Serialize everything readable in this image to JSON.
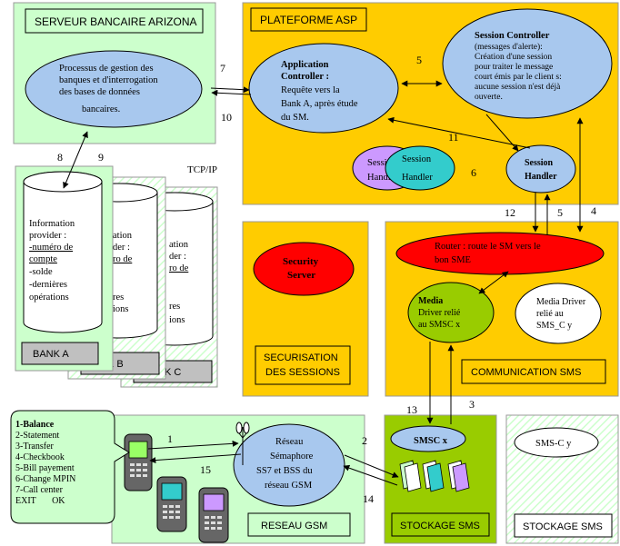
{
  "colors": {
    "light_green": "#ccffcc",
    "orange": "#ffcc00",
    "light_blue": "#a8c8ee",
    "red": "#ff0000",
    "olive_green": "#99cc00",
    "purple": "#cc99ff",
    "cyan": "#33cccc",
    "grey": "#c0c0c0",
    "white": "#ffffff",
    "black": "#000000"
  },
  "server": {
    "title": "SERVEUR BANCAIRE ARIZONA",
    "process_lines": [
      "Processus de gestion des",
      "banques et d'interrogation",
      "des bases de données",
      "bancaires."
    ]
  },
  "platform": {
    "title": "PLATEFORME ASP",
    "app_controller": {
      "title_lines": [
        "Application",
        "Controller :"
      ],
      "text_lines": [
        "Requête vers la",
        "Bank A, après étude",
        "du SM."
      ]
    },
    "session_controller": {
      "title": "Session Controller",
      "text_lines": [
        "(messages d'alerte):",
        "Création d'une session",
        "pour traiter le message",
        "court émis par le client s:",
        "aucune session n'est déjà",
        "ouverte."
      ]
    },
    "session_handler_purple_lines": [
      "Session",
      "Handler"
    ],
    "session_handler_cyan_lines": [
      "Session",
      "Handler"
    ],
    "session_handler_main_lines": [
      "Session",
      "Handler"
    ]
  },
  "tcpip": "TCP/IP",
  "banks": {
    "bank_a": {
      "label": "BANK A",
      "info_lines": [
        "Information",
        "provider :",
        "-numéro de",
        "compte",
        "-solde",
        "-dernières",
        "opérations"
      ]
    },
    "bank_b": {
      "label": "K B",
      "info_lines": [
        "ation",
        "der :",
        "ro de",
        "",
        "res",
        "ions"
      ]
    },
    "bank_c": {
      "label": "K C",
      "info_lines": [
        "ation",
        "der :",
        "ro de",
        "",
        "res",
        "ions"
      ]
    }
  },
  "security": {
    "server_lines": [
      "Security",
      "Server"
    ],
    "label_lines": [
      "SECURISATION",
      "DES SESSIONS"
    ]
  },
  "communication": {
    "router_lines": [
      "Router : route le SM vers le",
      "bon SME"
    ],
    "media_driver_x_lines": [
      "Media",
      "Driver relié",
      "au SMSC x"
    ],
    "media_driver_y_lines": [
      "Media Driver",
      "relié au",
      "SMS_C y"
    ],
    "label": "COMMUNICATION SMS"
  },
  "gsm": {
    "network_lines": [
      "Réseau",
      "Sémaphore",
      "SS7 et BSS du",
      "réseau GSM"
    ],
    "label": "RESEAU GSM"
  },
  "phone_menu": [
    "1-Balance",
    "2-Statement",
    "3-Transfer",
    "4-Checkbook",
    "5-Bill payement",
    "6-Change MPIN",
    "7-Call center",
    "EXIT       OK"
  ],
  "smsc_x": {
    "title": "SMSC x",
    "label": "STOCKAGE SMS"
  },
  "smsc_y": {
    "title": "SMS-C y",
    "label": "STOCKAGE SMS"
  },
  "arrow_numbers": {
    "n1": "1",
    "n2": "2",
    "n3": "3",
    "n4": "4",
    "n5a": "5",
    "n5b": "5",
    "n6": "6",
    "n7": "7",
    "n8": "8",
    "n9": "9",
    "n10": "10",
    "n11": "11",
    "n12": "12",
    "n13": "13",
    "n14": "14",
    "n15": "15"
  }
}
